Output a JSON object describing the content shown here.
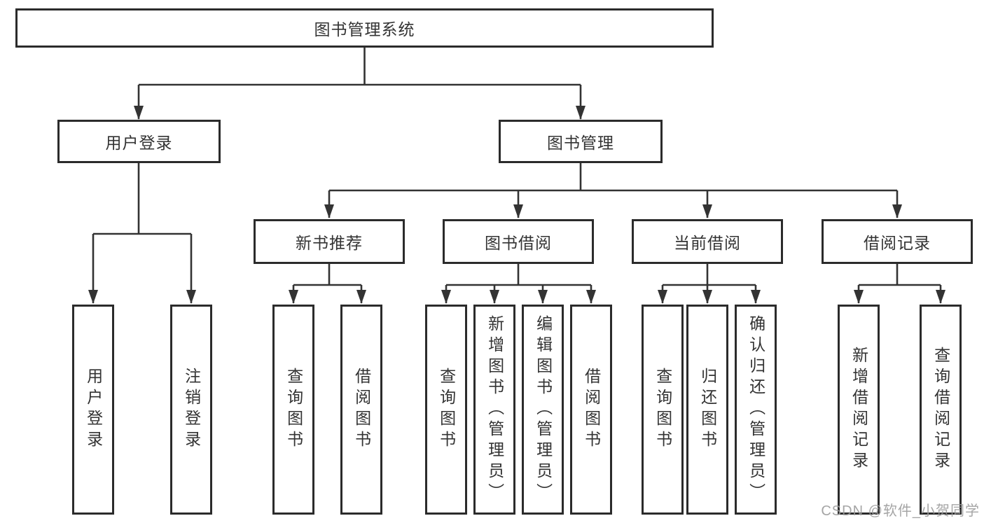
{
  "diagram_title": "图书管理系统",
  "colors": {
    "line": "#333333",
    "box_border": "#2b2b2b",
    "text": "#333333",
    "background": "#ffffff",
    "watermark": "#9b9b9b"
  },
  "tree": {
    "root": {
      "label": "图书管理系统"
    },
    "branches": [
      {
        "label": "用户登录",
        "leaves": [
          "用户登录",
          "注销登录"
        ]
      },
      {
        "label": "图书管理",
        "groups": [
          {
            "label": "新书推荐",
            "leaves": [
              "查询图书",
              "借阅图书"
            ]
          },
          {
            "label": "图书借阅",
            "leaves": [
              "查询图书",
              "新增图书（管理员）",
              "编辑图书（管理员）",
              "借阅图书"
            ]
          },
          {
            "label": "当前借阅",
            "leaves": [
              "查询图书",
              "归还图书",
              "确认归还（管理员）"
            ]
          },
          {
            "label": "借阅记录",
            "leaves": [
              "新增借阅记录",
              "查询借阅记录"
            ]
          }
        ]
      }
    ]
  },
  "watermark": "CSDN @软件_小贺同学"
}
